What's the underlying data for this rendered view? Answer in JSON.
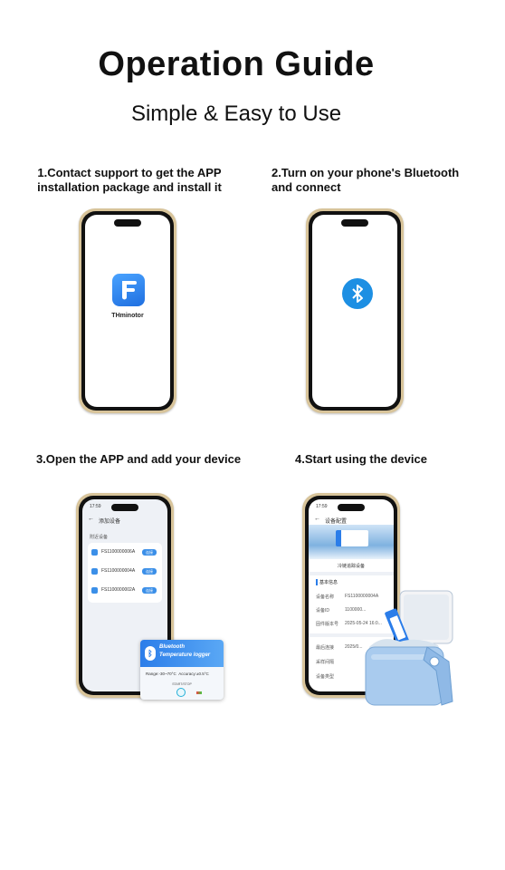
{
  "header": {
    "title": "Operation Guide",
    "subtitle": "Simple & Easy to Use"
  },
  "steps": {
    "s1": {
      "line1": "1.Contact support to get the APP",
      "line2": "installation package and install it"
    },
    "s2": {
      "line1": "2.Turn on your phone's Bluetooth",
      "line2": "and connect"
    },
    "s3": {
      "line1": "3.Open the APP and add your device"
    },
    "s4": {
      "line1": "4.Start using the device"
    }
  },
  "app": {
    "name": "THminotor",
    "icon": "app-f-icon"
  },
  "bt_icon": "bluetooth-icon",
  "phone3": {
    "time": "17:59",
    "nav_title": "添加设备",
    "section": "附近设备",
    "devices": [
      "FS1100000006A",
      "FS1100000004A",
      "FS1100000002A"
    ],
    "connect_label": "连接"
  },
  "logger_card": {
    "title1": "Bluetooth",
    "title2": "Temperature logger",
    "range": "Range:-30~70°C",
    "accuracy": "Accuracy:±0.5°C",
    "button": "START/STOP"
  },
  "phone4": {
    "time": "17:59",
    "nav_title": "设备配置",
    "banner_title": "冷链追踪设备",
    "section": "基本信息",
    "rows": [
      {
        "k": "设备名称",
        "v": "FS1100000004A"
      },
      {
        "k": "设备ID",
        "v": "1100000..."
      },
      {
        "k": "固件版本号",
        "v": "2025-05-24 16:0..."
      },
      {
        "k": "最后连接",
        "v": "2025/0..."
      },
      {
        "k": "采样间隔",
        "v": ""
      },
      {
        "k": "设备类型",
        "v": ""
      }
    ]
  },
  "colors": {
    "accent": "#2b7de9",
    "frame": "#d8c49a",
    "cooler": "#9cc4ec"
  }
}
